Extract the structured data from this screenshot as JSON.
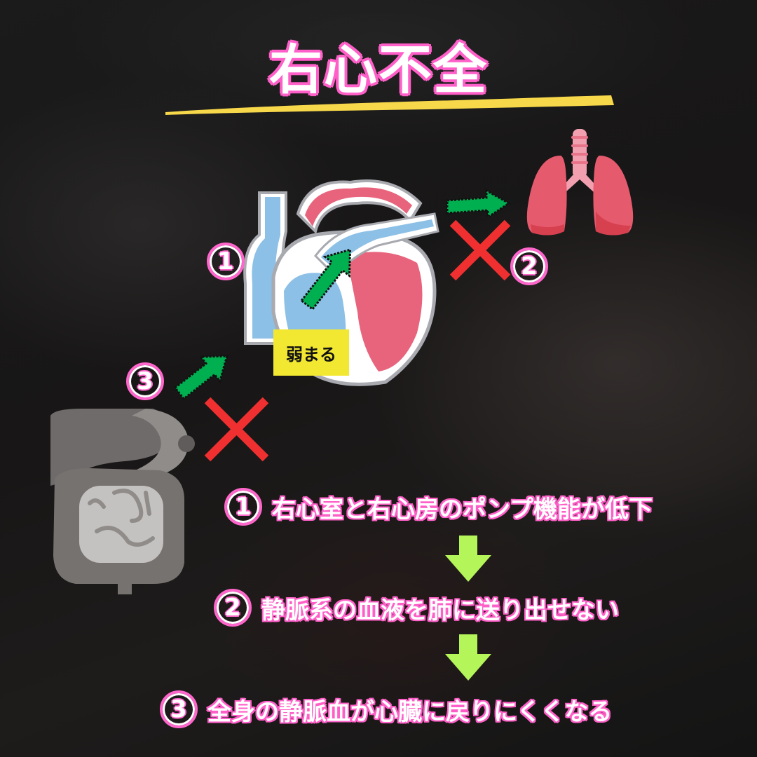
{
  "title": "右心不全",
  "colors": {
    "title_outline": "#ff5fc8",
    "underline": "#f7d84a",
    "arrow_green": "#00b050",
    "cross_red": "#f03030",
    "down_arrow": "#b4f55a",
    "label_bg": "#f2e831",
    "vein_blue": "#8cc0e6",
    "artery_pink": "#e8647c",
    "lung_pink": "#e65a6e",
    "intestine_gray": "#7a7674"
  },
  "diagram": {
    "heart_label": "弱まる",
    "markers": [
      {
        "id": "1",
        "label": "①"
      },
      {
        "id": "2",
        "label": "②"
      },
      {
        "id": "3",
        "label": "③"
      }
    ],
    "icons": [
      "heart-illustration",
      "lungs-illustration",
      "intestines-illustration",
      "green-arrow",
      "red-cross"
    ]
  },
  "steps": [
    {
      "num": "1",
      "text": "右心室と右心房のポンプ機能が低下"
    },
    {
      "num": "2",
      "text": "静脈系の血液を肺に送り出せない"
    },
    {
      "num": "3",
      "text": "全身の静脈血が心臓に戻りにくくなる"
    }
  ]
}
